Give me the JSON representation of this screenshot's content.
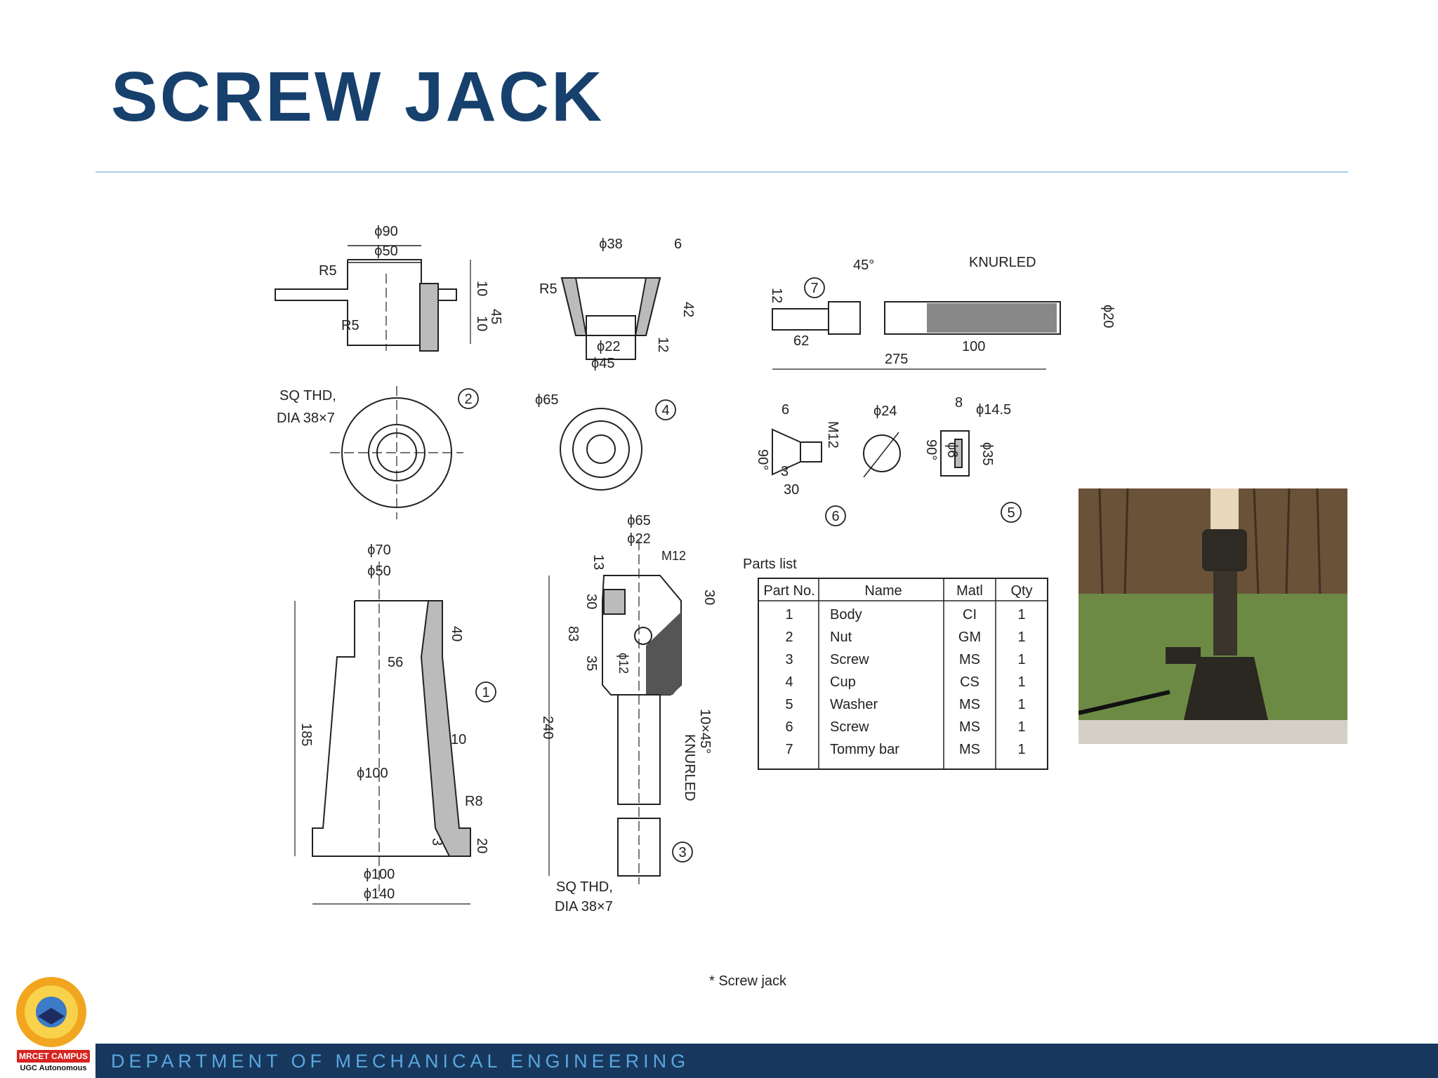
{
  "slide": {
    "title": "SCREW JACK",
    "footer": "DEPARTMENT OF MECHANICAL ENGINEERING"
  },
  "logo": {
    "badge": "MRCET CAMPUS",
    "subtitle": "UGC Autonomous"
  },
  "drawing": {
    "caption": "* Screw jack",
    "part2": {
      "labels": [
        "ϕ90",
        "ϕ50",
        "R5",
        "R5",
        "10",
        "10",
        "45"
      ],
      "thread": [
        "SQ THD,",
        "DIA 38×7"
      ],
      "number": "2"
    },
    "part4": {
      "labels": [
        "ϕ38",
        "6",
        "R5",
        "42",
        "12",
        "ϕ22",
        "ϕ45",
        "ϕ65"
      ],
      "number": "4"
    },
    "part7": {
      "labels": [
        "45°",
        "KNURLED",
        "12",
        "62",
        "275",
        "100",
        "ϕ20"
      ],
      "number": "7"
    },
    "part6": {
      "labels": [
        "6",
        "M12",
        "90°",
        "3",
        "30"
      ],
      "number": "6"
    },
    "part5": {
      "labels": [
        "ϕ24",
        "8",
        "ϕ14.5",
        "90°",
        "ϕ6",
        "ϕ35"
      ],
      "number": "5"
    },
    "part1": {
      "labels": [
        "ϕ70",
        "ϕ50",
        "40",
        "56",
        "185",
        "10",
        "ϕ100",
        "R8",
        "3",
        "20",
        "ϕ100",
        "ϕ140"
      ],
      "number": "1"
    },
    "part3": {
      "labels": [
        "ϕ65",
        "ϕ22",
        "M12",
        "13",
        "30",
        "30",
        "83",
        "35",
        "ϕ12",
        "240",
        "KNURLED",
        "10×45°"
      ],
      "thread": [
        "SQ THD,",
        "DIA 38×7"
      ],
      "number": "3"
    },
    "parts_list": {
      "title": "Parts list",
      "headers": [
        "Part No.",
        "Name",
        "Matl",
        "Qty"
      ],
      "rows": [
        [
          "1",
          "Body",
          "CI",
          "1"
        ],
        [
          "2",
          "Nut",
          "GM",
          "1"
        ],
        [
          "3",
          "Screw",
          "MS",
          "1"
        ],
        [
          "4",
          "Cup",
          "CS",
          "1"
        ],
        [
          "5",
          "Washer",
          "MS",
          "1"
        ],
        [
          "6",
          "Screw",
          "MS",
          "1"
        ],
        [
          "7",
          "Tommy bar",
          "MS",
          "1"
        ]
      ]
    }
  },
  "colors": {
    "title": "#17406d",
    "rule": "#a9cfe6",
    "footer_bg": "#17375d",
    "footer_text": "#5aa7e0"
  }
}
